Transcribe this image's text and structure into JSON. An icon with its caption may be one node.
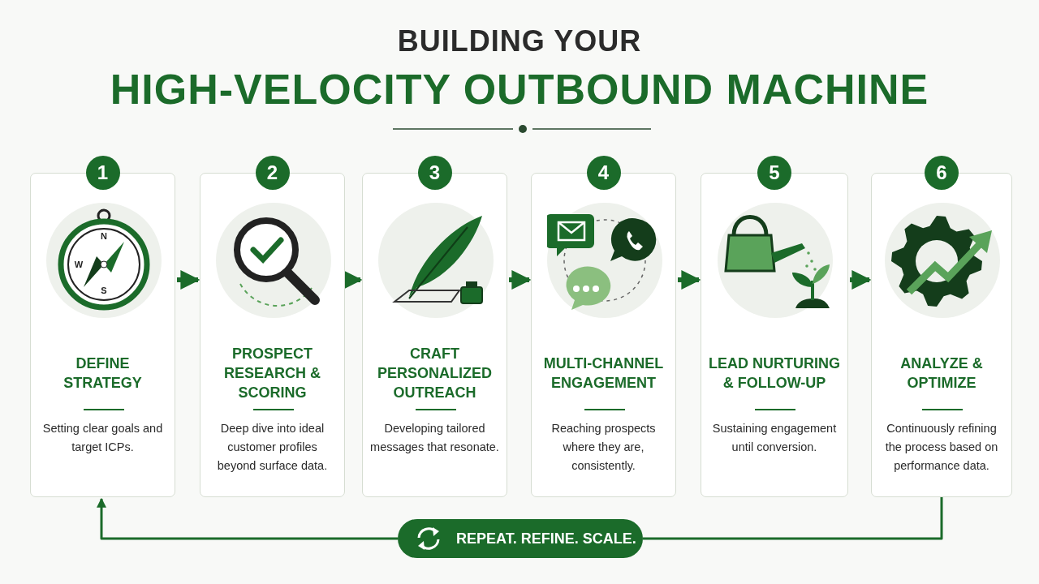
{
  "diagram": {
    "title": "HIGH-VELOCITY OUTBOUND MACHINE",
    "nodes": [
      {
        "text": [
          "DEFINE STRATEGY",
          "Setting clear goals and target ICPs."
        ],
        "beside": [
          "1"
        ]
      },
      {
        "text": [
          "PROSPECT RESEARCH & SCORING",
          "Deep dive into ideal customer profiles beyond surface data."
        ],
        "beside": [
          "2"
        ]
      },
      {
        "text": [
          "CRAFT PERSONALIZED OUTREACH",
          "Developing tailored messages that resonate."
        ],
        "beside": [
          "3"
        ]
      },
      {
        "text": [
          "MULTI-CHANNEL ENGAGEMENT",
          "Reaching prospects where they are, consistently."
        ],
        "beside": [
          "4"
        ]
      },
      {
        "text": [
          "LEAD NURTURING & FOLLOW-UP",
          "Sustaining engagement until conversion."
        ],
        "beside": [
          "5"
        ]
      },
      {
        "text": [
          "ANALYZE & OPTIMIZE",
          "Continuously refining the process based on performance data."
        ],
        "beside": [
          "6"
        ]
      },
      {
        "text": [
          "REPEAT. REFINE. SCALE."
        ]
      }
    ],
    "edges": [
      {
        "from": 0,
        "to": 1,
        "arrow": "to"
      },
      {
        "from": 1,
        "to": 2,
        "arrow": "to"
      },
      {
        "from": 2,
        "to": 3,
        "arrow": "to"
      },
      {
        "from": 3,
        "to": 4,
        "arrow": "to"
      },
      {
        "from": 4,
        "to": 5,
        "arrow": "to"
      },
      {
        "from": 5,
        "to": 6,
        "arrow": "none"
      },
      {
        "from": 6,
        "to": 0,
        "arrow": "to"
      }
    ],
    "labels": [
      "BUILDING YOUR",
      "N",
      "W",
      "S"
    ]
  }
}
